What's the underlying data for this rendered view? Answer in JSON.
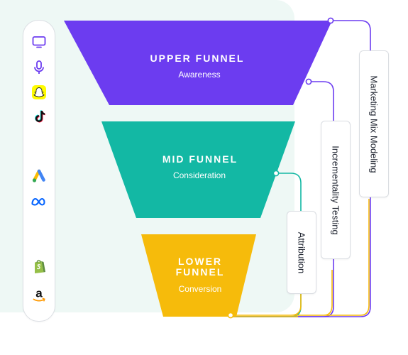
{
  "funnel": {
    "upper": {
      "title": "UPPER FUNNEL",
      "subtitle": "Awareness",
      "color": "#6c3cf0"
    },
    "mid": {
      "title": "MID FUNNEL",
      "subtitle": "Consideration",
      "color": "#13b8a4"
    },
    "lower": {
      "title_line1": "LOWER",
      "title_line2": "FUNNEL",
      "subtitle": "Conversion",
      "color": "#f6bb0b"
    }
  },
  "measurement": [
    {
      "label": "Marketing Mix Modeling",
      "line_from": "upper"
    },
    {
      "label": "Incrementality Testing",
      "line_from": "upper"
    },
    {
      "label": "Attribution",
      "line_from": "mid"
    }
  ],
  "sidebar_icons": [
    "tv-icon",
    "microphone-icon",
    "snapchat-icon",
    "tiktok-icon",
    "google-ads-icon",
    "meta-icon",
    "shopify-icon",
    "amazon-icon"
  ],
  "colors": {
    "background_card": "#eef8f5",
    "upper_line": "#6c3cf0",
    "mid_line": "#13b8a4",
    "lower_line": "#f6bb0b"
  }
}
